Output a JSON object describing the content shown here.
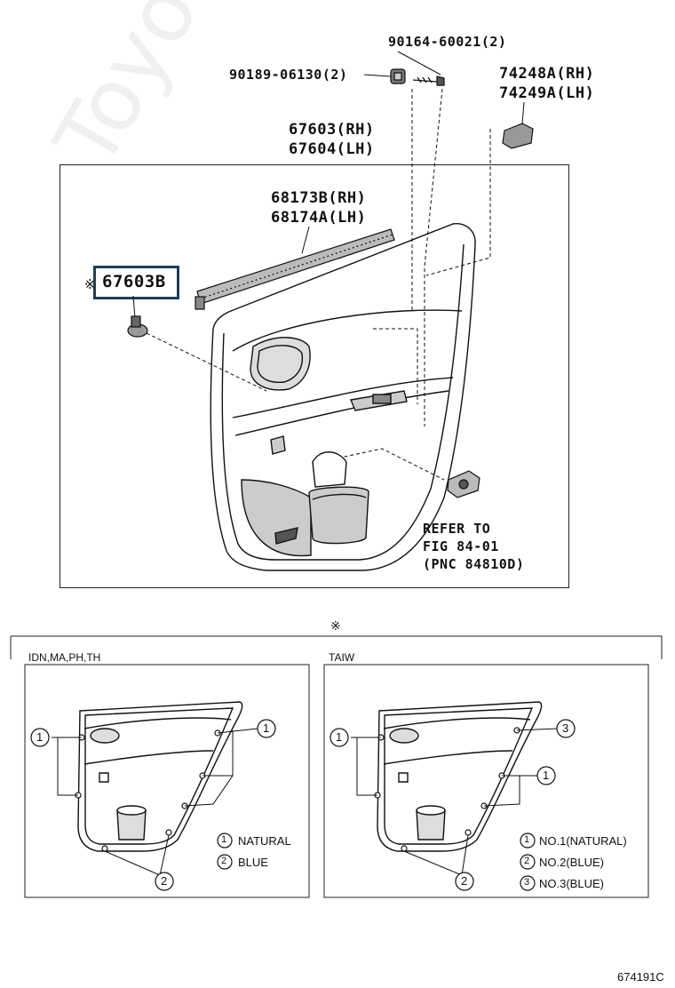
{
  "watermark": "ToyotaCarWiki.ru",
  "parts": {
    "screw": "90164-60021(2)",
    "clip_nut": "90189-06130(2)",
    "bracket_rh": "74248A(RH)",
    "bracket_lh": "74249A(LH)",
    "panel_rh": "67603(RH)",
    "panel_lh": "67604(LH)",
    "weatherstrip_rh": "68173B(RH)",
    "weatherstrip_lh": "68174A(LH)",
    "clip": "67603B",
    "clip_mark": "※"
  },
  "refer": {
    "line1": "REFER TO",
    "line2": "FIG 84-01",
    "line3": "(PNC 84810D)"
  },
  "detail": {
    "mark": "※",
    "left_title": "IDN,MA,PH,TH",
    "right_title": "TAIW",
    "left_legend": [
      "NATURAL",
      "BLUE"
    ],
    "right_legend": [
      "NO.1(NATURAL)",
      "NO.2(BLUE)",
      "NO.3(BLUE)"
    ],
    "callouts": [
      "1",
      "2",
      "3"
    ]
  },
  "code": "674191C"
}
